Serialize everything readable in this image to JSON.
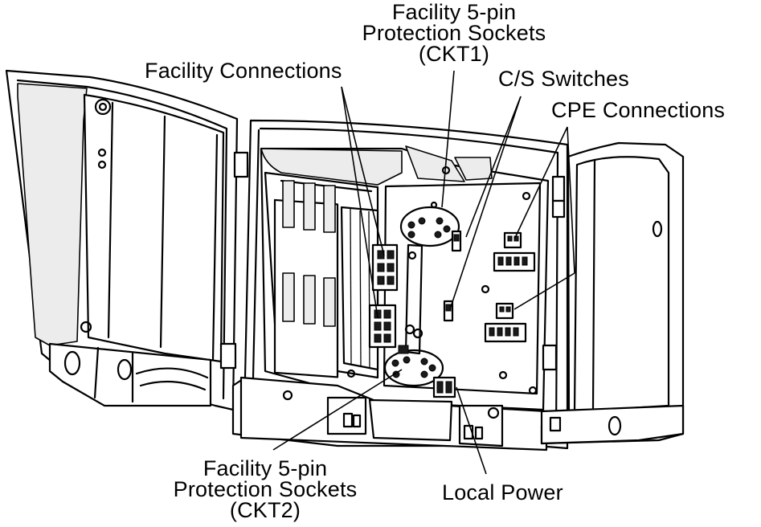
{
  "labels": {
    "facility_sockets_ckt1": [
      "Facility 5-pin",
      "Protection Sockets",
      "(CKT1)"
    ],
    "facility_connections": "Facility Connections",
    "cs_switches": "C/S Switches",
    "cpe_connections": "CPE Connections",
    "facility_sockets_ckt2": [
      "Facility 5-pin",
      "Protection Sockets",
      "(CKT2)"
    ],
    "local_power": "Local Power"
  }
}
